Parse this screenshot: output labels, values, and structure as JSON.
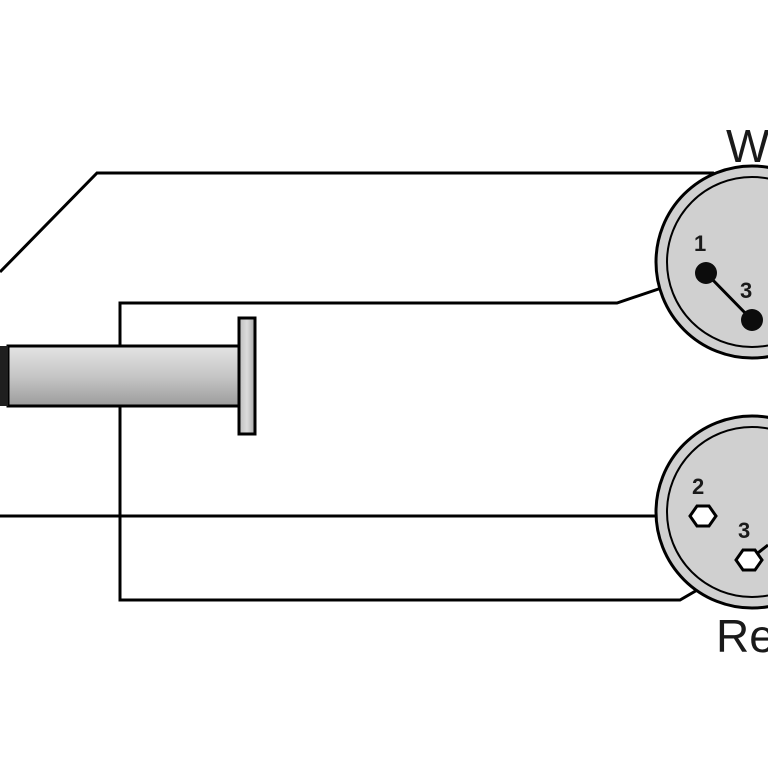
{
  "connectors": {
    "top": {
      "label": "W",
      "pins": [
        {
          "number": "1",
          "style": "filled"
        },
        {
          "number": "3",
          "style": "filled"
        }
      ]
    },
    "bottom": {
      "label": "Re",
      "pins": [
        {
          "number": "2",
          "style": "hollow"
        },
        {
          "number": "3",
          "style": "hollow"
        }
      ]
    }
  },
  "colors": {
    "wire": "#000000",
    "connector_fill": "#d0d0d0",
    "plug_body": "#c8c8c8",
    "label": "#1a1a1a"
  }
}
